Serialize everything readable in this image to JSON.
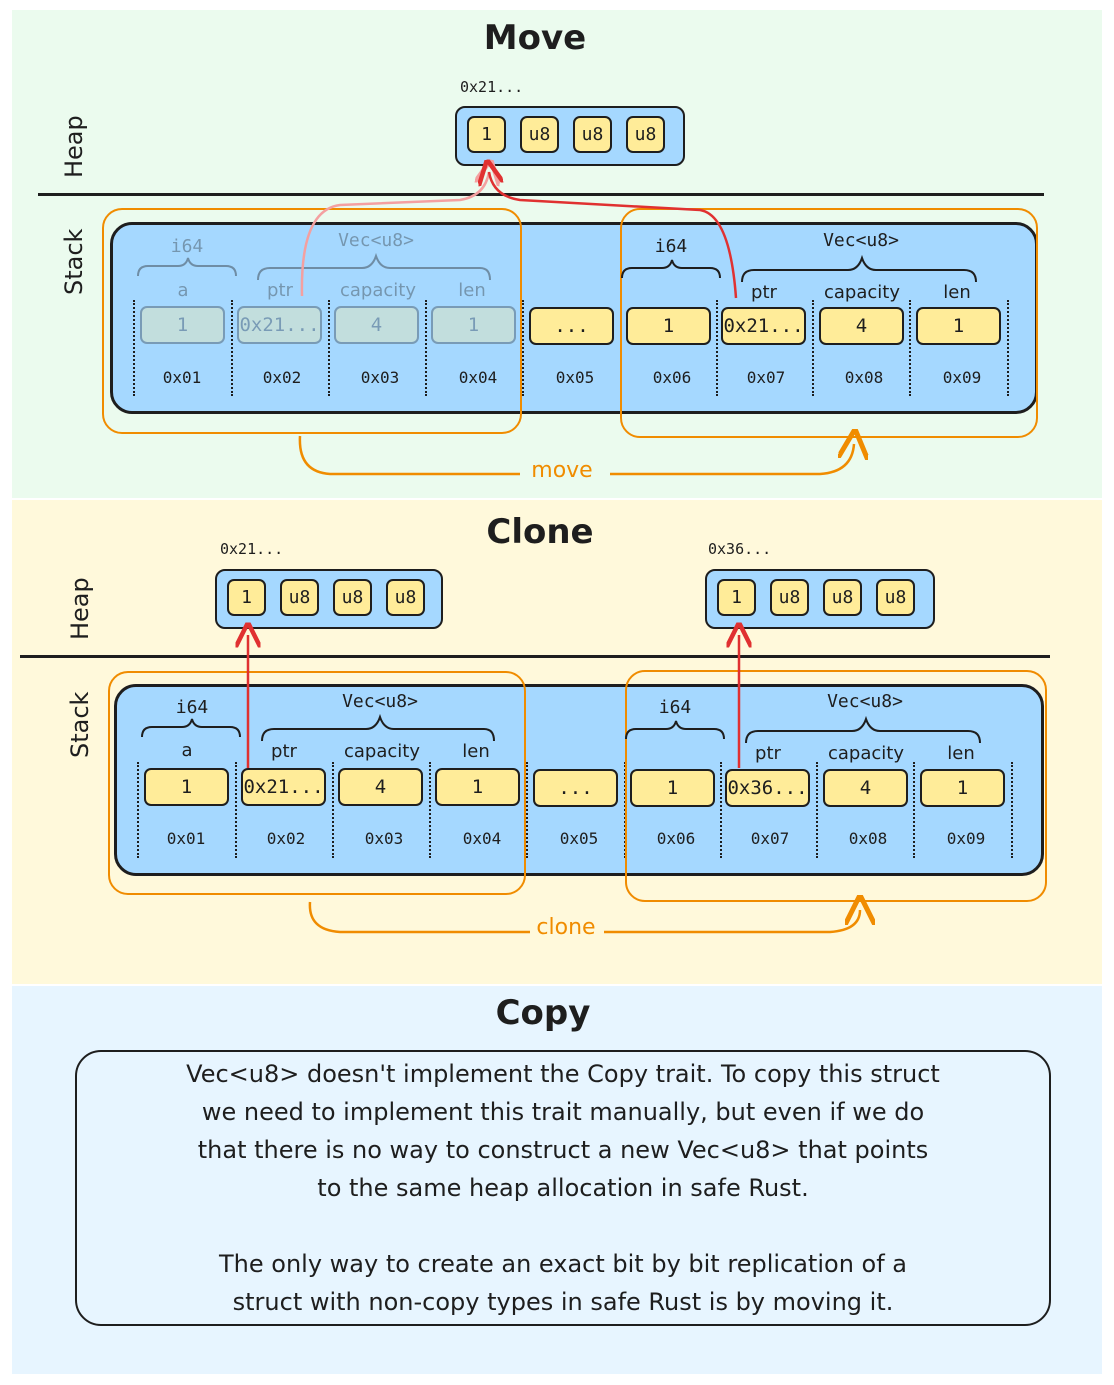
{
  "colors": {
    "move_bg": "#ebfbee",
    "clone_bg": "#fff9db",
    "copy_bg": "#e7f5ff",
    "box_fill": "#a5d8ff",
    "cell_fill": "#ffec99",
    "frame": "#f08c00",
    "pointer": "#e03131"
  },
  "labels": {
    "heap": "Heap",
    "stack": "Stack"
  },
  "sections": {
    "move": {
      "title": "Move",
      "heap_addr": "0x21...",
      "heap_cells": [
        "1",
        "u8",
        "u8",
        "u8"
      ],
      "left": {
        "type_a": "i64",
        "type_vec": "Vec<u8>",
        "fields": [
          "a",
          "ptr",
          "capacity",
          "len"
        ],
        "values": [
          "1",
          "0x21...",
          "4",
          "1"
        ]
      },
      "middle_value": "...",
      "right": {
        "type_a": "i64",
        "type_vec": "Vec<u8>",
        "fields": [
          "ptr",
          "capacity",
          "len"
        ],
        "values": [
          "1",
          "0x21...",
          "4",
          "1"
        ]
      },
      "addresses": [
        "0x01",
        "0x02",
        "0x03",
        "0x04",
        "0x05",
        "0x06",
        "0x07",
        "0x08",
        "0x09"
      ],
      "arrow_label": "move"
    },
    "clone": {
      "title": "Clone",
      "heap_left_addr": "0x21...",
      "heap_right_addr": "0x36...",
      "heap_cells": [
        "1",
        "u8",
        "u8",
        "u8"
      ],
      "left": {
        "type_a": "i64",
        "type_vec": "Vec<u8>",
        "fields": [
          "a",
          "ptr",
          "capacity",
          "len"
        ],
        "values": [
          "1",
          "0x21...",
          "4",
          "1"
        ]
      },
      "middle_value": "...",
      "right": {
        "type_a": "i64",
        "type_vec": "Vec<u8>",
        "fields": [
          "ptr",
          "capacity",
          "len"
        ],
        "values": [
          "1",
          "0x36...",
          "4",
          "1"
        ]
      },
      "addresses": [
        "0x01",
        "0x02",
        "0x03",
        "0x04",
        "0x05",
        "0x06",
        "0x07",
        "0x08",
        "0x09"
      ],
      "arrow_label": "clone"
    },
    "copy": {
      "title": "Copy",
      "note_lines": [
        "Vec<u8> doesn't implement the Copy trait. To copy this struct",
        "we need to implement this trait manually, but even if we do",
        "that there is no way to construct a new Vec<u8> that points",
        "to the same heap allocation in safe Rust.",
        "The only way to create an exact bit by bit replication of a",
        "struct with non-copy types in safe Rust is by moving it."
      ]
    }
  }
}
